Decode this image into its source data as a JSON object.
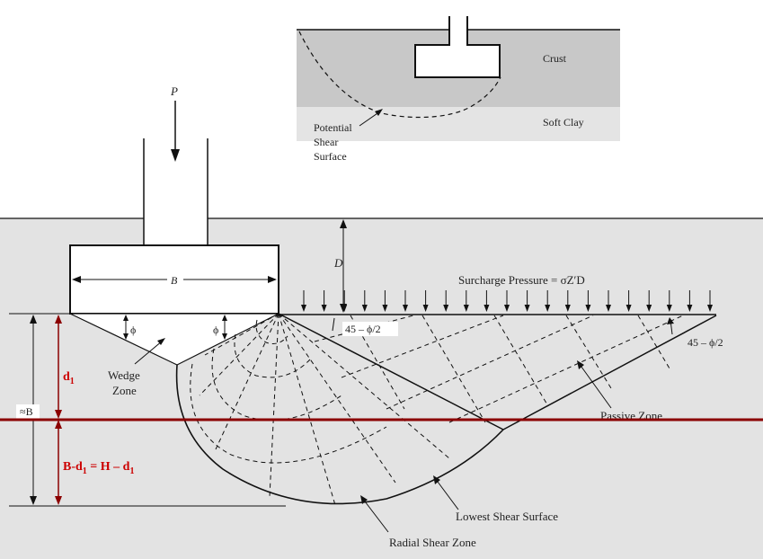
{
  "colors": {
    "soil": "#e3e3e3",
    "crust": "#c8c8c8",
    "soft_clay": "#e4e4e4",
    "line": "#111111",
    "red_line": "#8b0000",
    "red_text": "#cc0000"
  },
  "inset": {
    "crust_label": "Crust",
    "soft_clay_label": "Soft Clay",
    "shear_label_lines": [
      "Potential",
      "Shear",
      "Surface"
    ]
  },
  "main": {
    "load_label": "P",
    "width_label": "B",
    "depth_label": "D",
    "surcharge_label": "Surcharge Pressure = σZ′D",
    "phi_left": "ϕ",
    "phi_right": "ϕ",
    "angle_left": "45 – ϕ/2",
    "angle_right": "45 – ϕ/2",
    "wedge_label_lines": [
      "Wedge",
      "Zone"
    ],
    "passive_label": "Passive Zone",
    "lowest_label": "Lowest Shear Surface",
    "radial_label": "Radial Shear Zone",
    "approx_b_label": "≈B",
    "d1_label": "d",
    "d1_sub": "1",
    "bd1_label": "B-d",
    "bd1_sub": "1",
    "bd1_rest": " = H – d",
    "bd1_sub2": "1"
  }
}
